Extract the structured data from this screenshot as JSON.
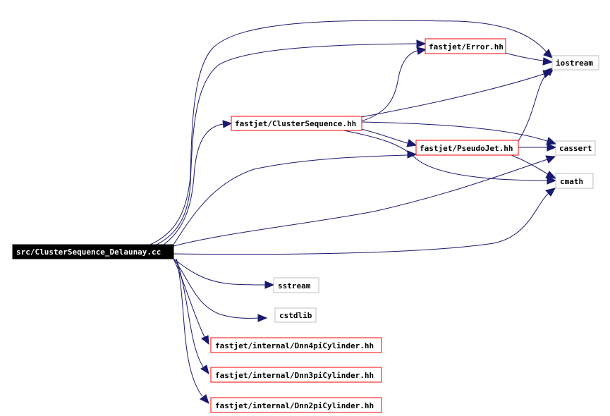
{
  "nodes": {
    "root": "src/ClusterSequence_Delaunay.cc",
    "error": "fastjet/Error.hh",
    "iostream": "iostream",
    "cluster_sequence": "fastjet/ClusterSequence.hh",
    "pseudojet": "fastjet/PseudoJet.hh",
    "cassert": "cassert",
    "cmath": "cmath",
    "sstream": "sstream",
    "cstdlib": "cstdlib",
    "dnn4pi": "fastjet/internal/Dnn4piCylinder.hh",
    "dnn3pi": "fastjet/internal/Dnn3piCylinder.hh",
    "dnn2pi": "fastjet/internal/Dnn2piCylinder.hh"
  },
  "colors": {
    "edge": "#191970",
    "root_fill": "#000000",
    "root_text": "#ffffff",
    "documented_border": "#ff0000",
    "external_border": "#bfbfbf",
    "node_text": "#000000"
  }
}
